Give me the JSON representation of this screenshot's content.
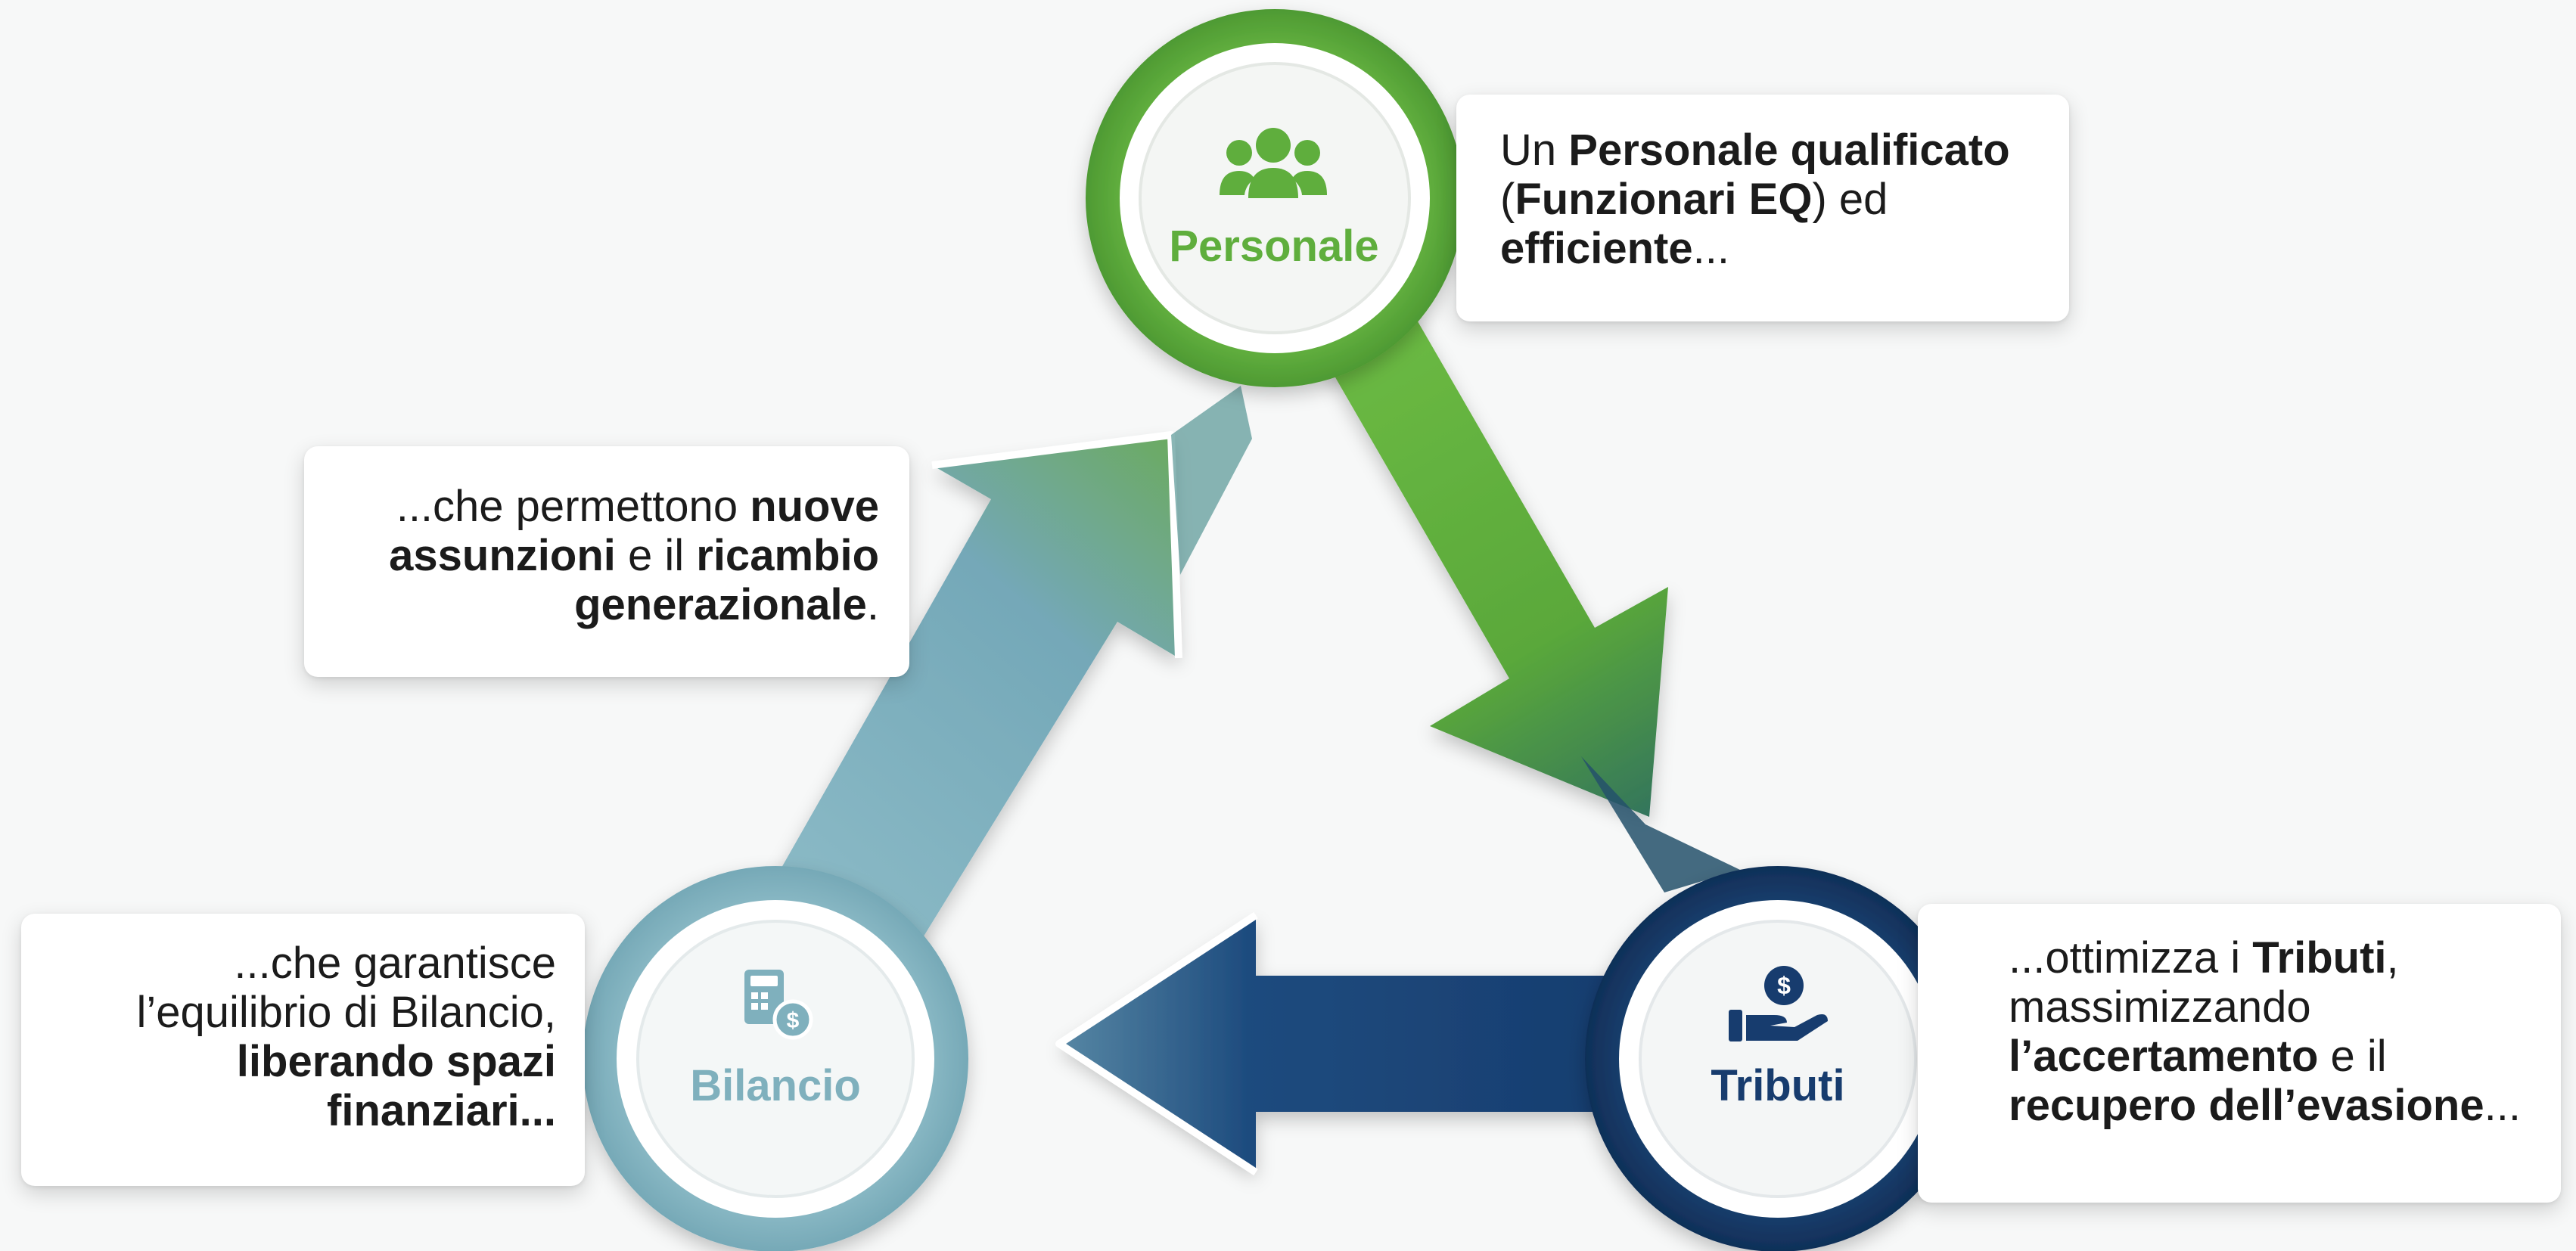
{
  "nodes": {
    "personale": {
      "label": "Personale",
      "icon": "people-group-icon",
      "color": "#5fae3d"
    },
    "tributi": {
      "label": "Tributi",
      "icon": "hand-coin-icon",
      "color": "#173c6e"
    },
    "bilancio": {
      "label": "Bilancio",
      "icon": "calculator-coin-icon",
      "color": "#7fb0bd"
    }
  },
  "cards": {
    "personale": {
      "l1_a": "Un ",
      "l1_b": "Personale qualificato",
      "l2_a": "(",
      "l2_b": "Funzionari EQ",
      "l2_c": ") ed",
      "l3_b": "efficiente",
      "l3_c": "..."
    },
    "ricambio": {
      "l1_a": "...che permettono ",
      "l1_b": "nuove",
      "l2_b": "assunzioni",
      "l2_c": " e il ",
      "l2_d": "ricambio",
      "l3_b": "generazionale",
      "l3_c": "."
    },
    "bilancio": {
      "l1_a": "...che garantisce",
      "l2_a": "l’equilibrio di Bilancio,",
      "l3_b": "liberando spazi",
      "l4_b": "finanziari..."
    },
    "tributi": {
      "l1_a": "...ottimizza i ",
      "l1_b": "Tributi",
      "l1_c": ",",
      "l2_a": "massimizzando",
      "l3_b": "l’accertamento",
      "l3_c": " e il",
      "l4_b": "recupero dell’evasione",
      "l4_c": "..."
    }
  }
}
